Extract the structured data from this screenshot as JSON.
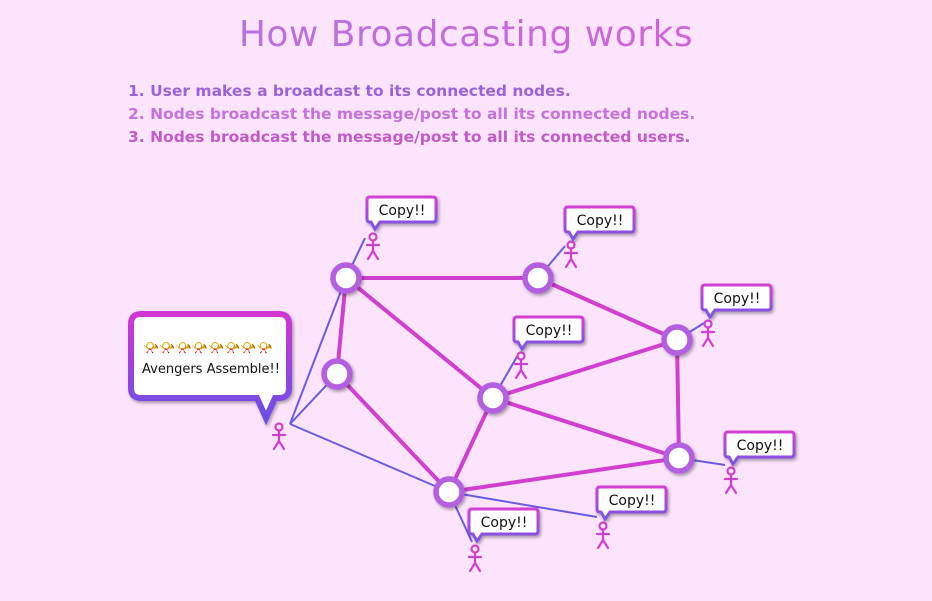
{
  "title": "How Broadcasting works",
  "steps": [
    "1. User makes a broadcast to its connected nodes.",
    "2. Nodes broadcast the message/post to all its connected nodes.",
    "3. Nodes broadcast the message/post to all its connected users."
  ],
  "broadcast": {
    "emoji": "📯📯📯📯📯📯📯📯",
    "message": "Avengers Assemble!!"
  },
  "copy_label": "Copy!!",
  "colors": {
    "background": "#fde4fd",
    "node_border": "#b45ee0",
    "node_to_node_edge": "#d03fd0",
    "user_edge": "#6a5ae6",
    "user_icon": "#d03fd0",
    "bubble_border_top": "#c93fd6",
    "bubble_border_bottom": "#6d4de6"
  }
}
